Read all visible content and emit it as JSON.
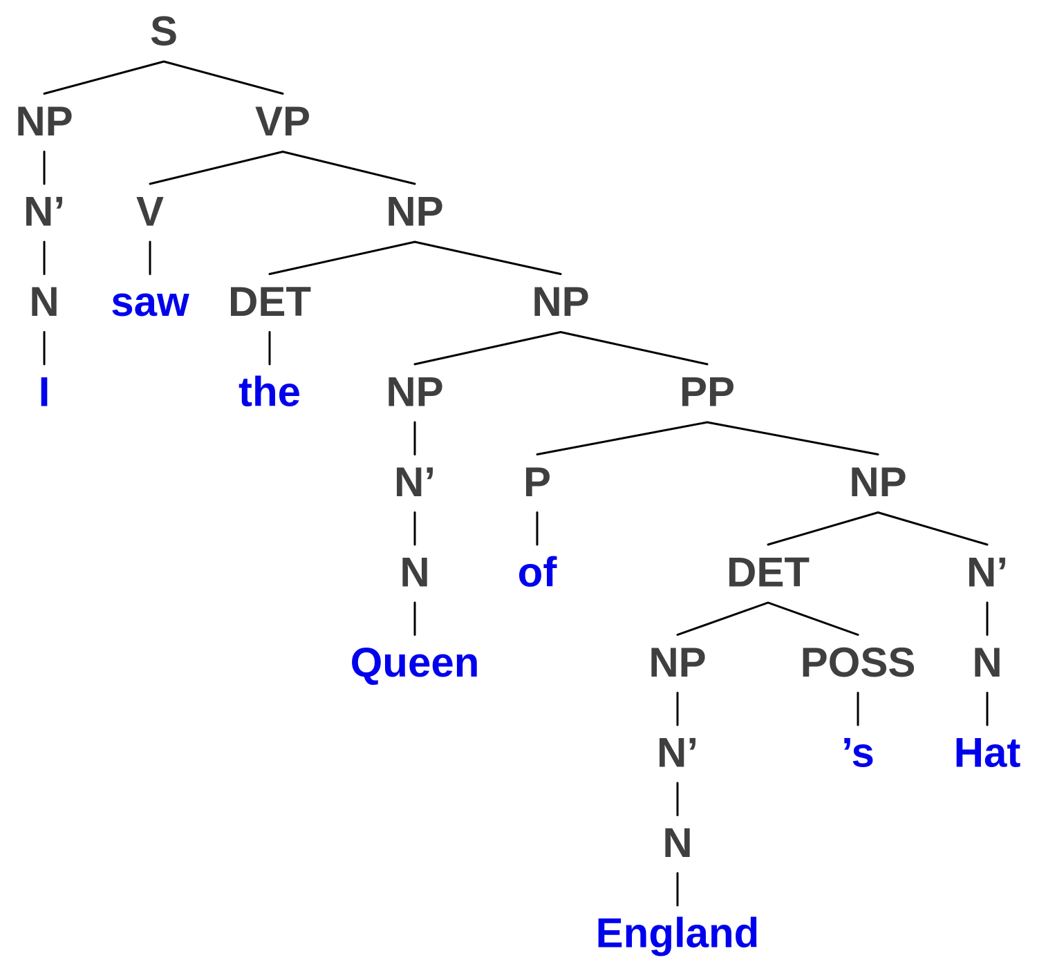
{
  "colors": {
    "category": "#3f3f3f",
    "word": "#0000ee",
    "edge": "#000000"
  },
  "tree": {
    "label": "S",
    "type": "category",
    "children": [
      {
        "label": "NP",
        "type": "category",
        "children": [
          {
            "label": "N’",
            "type": "category",
            "children": [
              {
                "label": "N",
                "type": "category",
                "children": [
                  {
                    "label": "I",
                    "type": "word"
                  }
                ]
              }
            ]
          }
        ]
      },
      {
        "label": "VP",
        "type": "category",
        "children": [
          {
            "label": "V",
            "type": "category",
            "children": [
              {
                "label": "saw",
                "type": "word"
              }
            ]
          },
          {
            "label": "NP",
            "type": "category",
            "children": [
              {
                "label": "DET",
                "type": "category",
                "children": [
                  {
                    "label": "the",
                    "type": "word"
                  }
                ]
              },
              {
                "label": "NP",
                "type": "category",
                "children": [
                  {
                    "label": "NP",
                    "type": "category",
                    "children": [
                      {
                        "label": "N’",
                        "type": "category",
                        "children": [
                          {
                            "label": "N",
                            "type": "category",
                            "children": [
                              {
                                "label": "Queen",
                                "type": "word"
                              }
                            ]
                          }
                        ]
                      }
                    ]
                  },
                  {
                    "label": "PP",
                    "type": "category",
                    "children": [
                      {
                        "label": "P",
                        "type": "category",
                        "children": [
                          {
                            "label": "of",
                            "type": "word"
                          }
                        ]
                      },
                      {
                        "label": "NP",
                        "type": "category",
                        "children": [
                          {
                            "label": "DET",
                            "type": "category",
                            "children": [
                              {
                                "label": "NP",
                                "type": "category",
                                "children": [
                                  {
                                    "label": "N’",
                                    "type": "category",
                                    "children": [
                                      {
                                        "label": "N",
                                        "type": "category",
                                        "children": [
                                          {
                                            "label": "England",
                                            "type": "word"
                                          }
                                        ]
                                      }
                                    ]
                                  }
                                ]
                              },
                              {
                                "label": "POSS",
                                "type": "category",
                                "children": [
                                  {
                                    "label": "’s",
                                    "type": "word"
                                  }
                                ]
                              }
                            ]
                          },
                          {
                            "label": "N’",
                            "type": "category",
                            "children": [
                              {
                                "label": "N",
                                "type": "category",
                                "children": [
                                  {
                                    "label": "Hat",
                                    "type": "word"
                                  }
                                ]
                              }
                            ]
                          }
                        ]
                      }
                    ]
                  }
                ]
              }
            ]
          }
        ]
      }
    ]
  }
}
